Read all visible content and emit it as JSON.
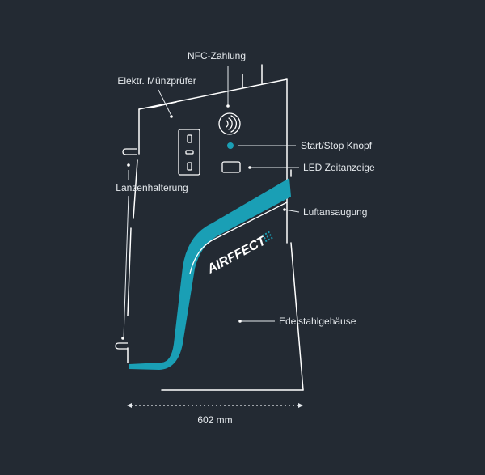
{
  "labels": {
    "nfc": "NFC-Zahlung",
    "coin": "Elektr. Münzprüfer",
    "start_stop": "Start/Stop Knopf",
    "led": "LED Zeitanzeige",
    "lance": "Lanzenhalterung",
    "air_intake": "Luftansaugung",
    "housing": "Edelstahlgehäuse"
  },
  "brand": "AIRFFECT",
  "dimension": "602 mm",
  "colors": {
    "background": "#232a33",
    "line": "#ffffff",
    "accent": "#1a9fb5"
  },
  "icons": [
    "nfc-icon"
  ]
}
